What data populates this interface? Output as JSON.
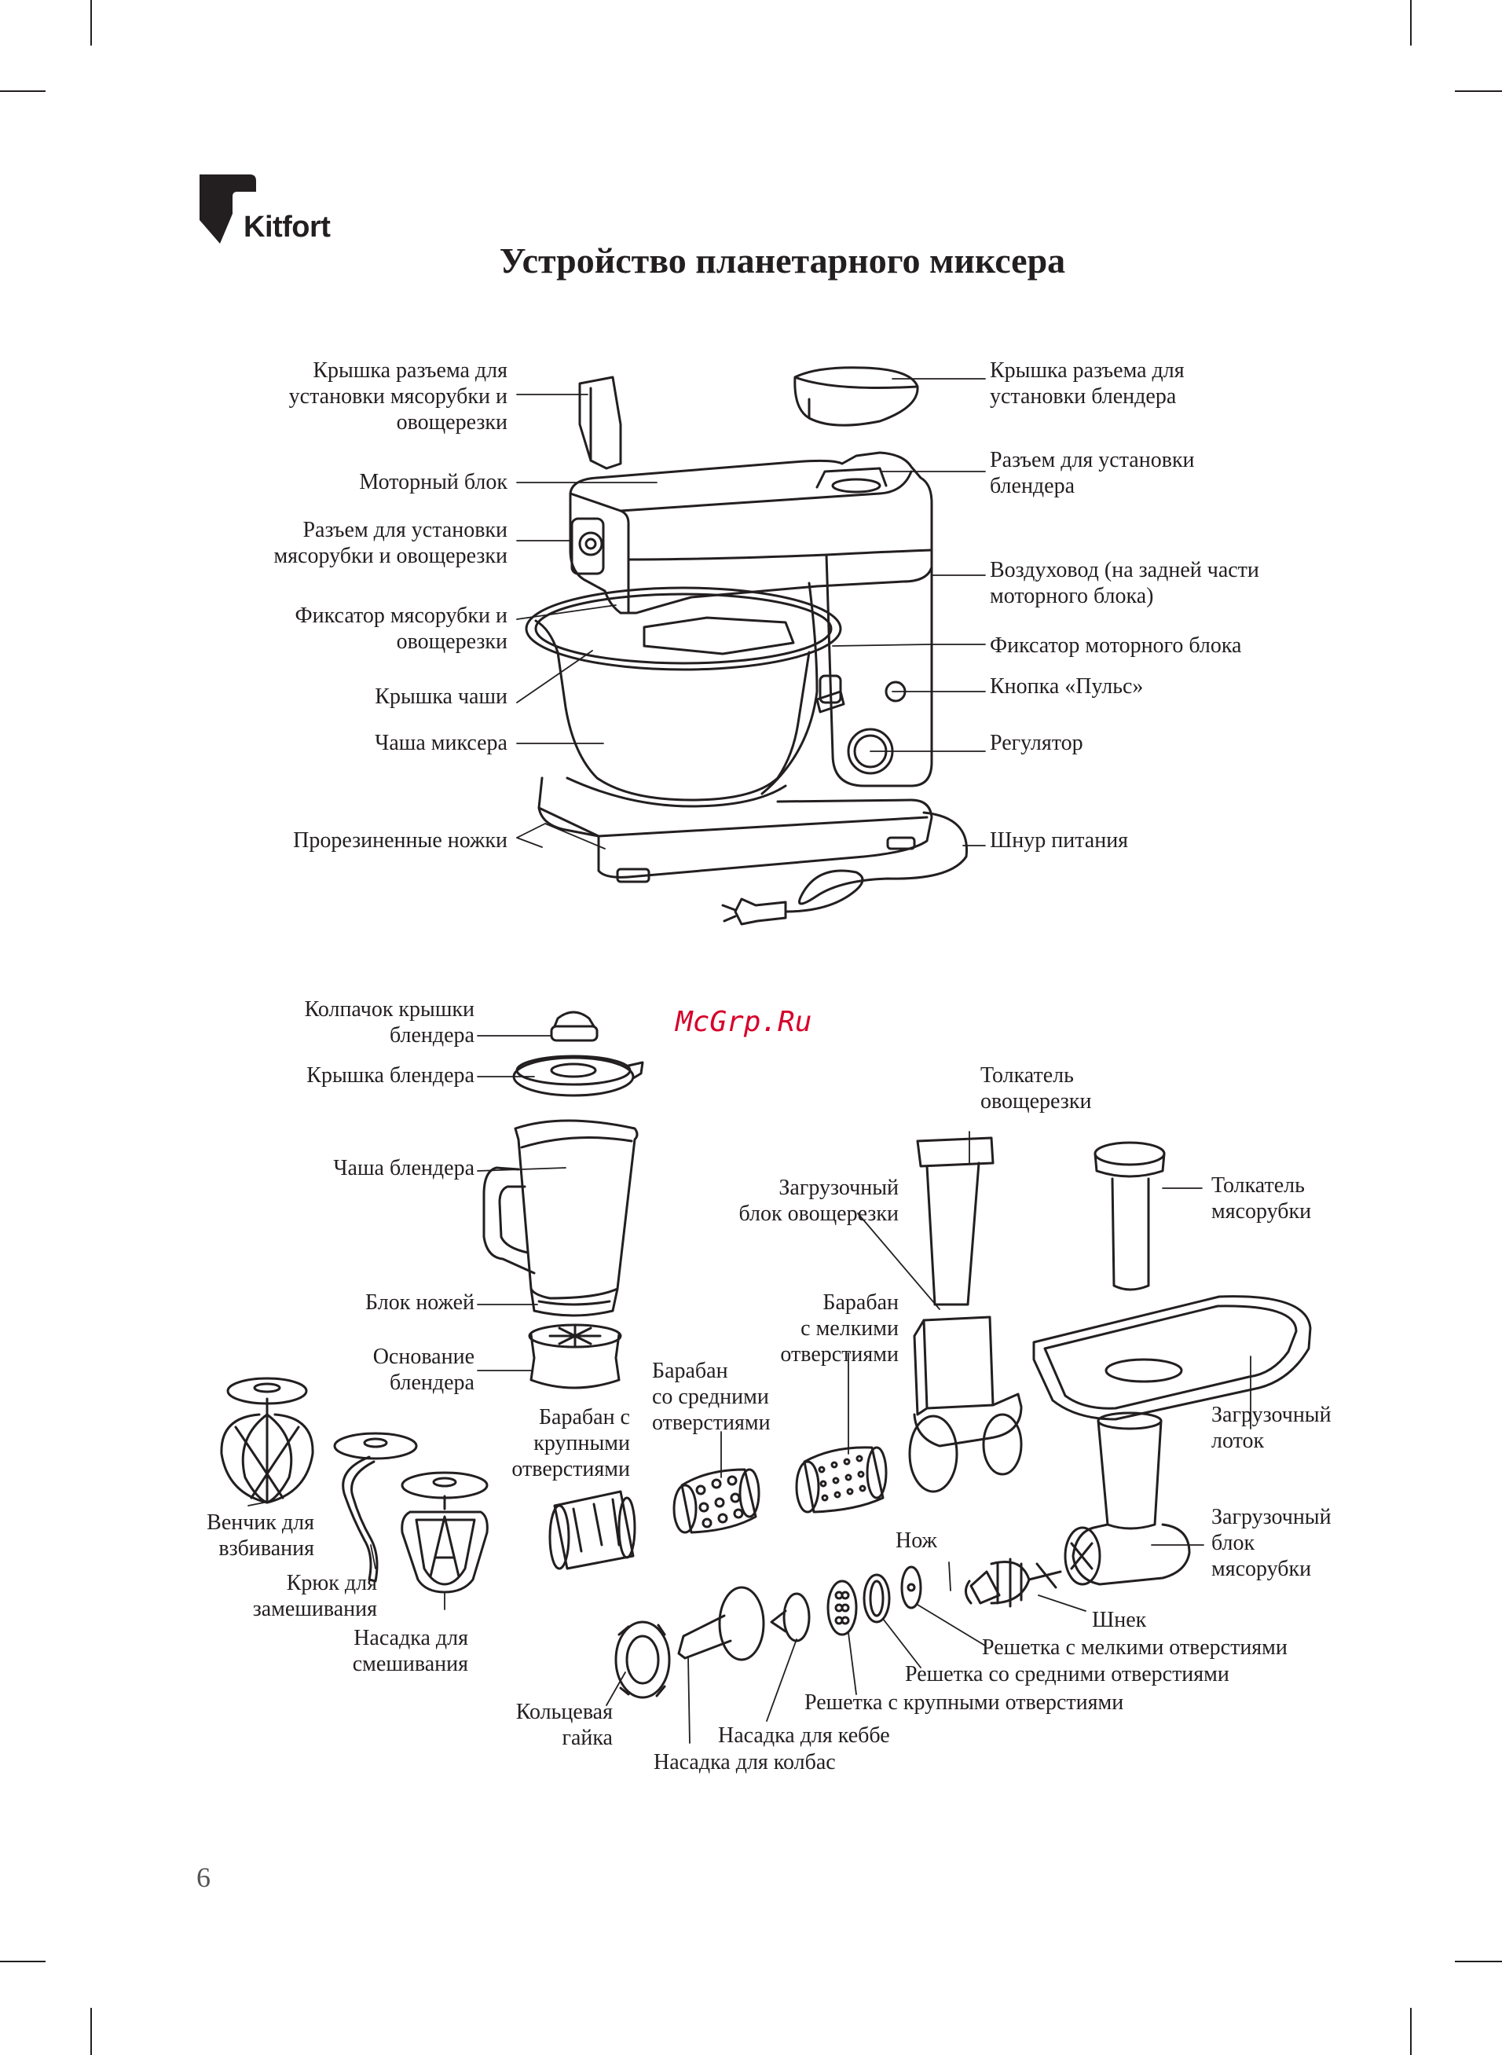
{
  "brand": {
    "name": "Kitfort"
  },
  "page": {
    "title": "Устройство планетарного миксера",
    "number": "6",
    "watermark": "McGrp.Ru"
  },
  "mixer": {
    "labels": {
      "grinder_port_cover": [
        "Крышка разъема для",
        "установки мясорубки и",
        "овощерезки"
      ],
      "motor_block": [
        "Моторный блок"
      ],
      "grinder_port": [
        "Разъем для установки",
        "мясорубки и овощерезки"
      ],
      "grinder_lock": [
        "Фиксатор мясорубки и",
        "овощерезки"
      ],
      "bowl_lid": [
        "Крышка чаши"
      ],
      "mixer_bowl": [
        "Чаша миксера"
      ],
      "rubber_feet": [
        "Прорезиненные ножки"
      ],
      "blender_port_cover": [
        "Крышка разъема для",
        "установки блендера"
      ],
      "blender_port": [
        "Разъем для установки",
        "блендера"
      ],
      "air_duct": [
        "Воздуховод (на задней части",
        "моторного блока)"
      ],
      "motor_lock": [
        "Фиксатор моторного блока"
      ],
      "pulse_button": [
        "Кнопка «Пульс»"
      ],
      "regulator": [
        "Регулятор"
      ],
      "power_cord": [
        "Шнур питания"
      ]
    }
  },
  "accessories": {
    "labels": {
      "blender_lid_cap": [
        "Колпачок крышки",
        "блендера"
      ],
      "blender_lid": [
        "Крышка блендера"
      ],
      "blender_jar": [
        "Чаша блендера"
      ],
      "blade_block": [
        "Блок ножей"
      ],
      "blender_base": [
        "Основание",
        "блендера"
      ],
      "whisk": [
        "Венчик для",
        "взбивания"
      ],
      "dough_hook": [
        "Крюк для",
        "замешивания"
      ],
      "mixing_beater": [
        "Насадка для",
        "смешивания"
      ],
      "coarse_drum": [
        "Барабан с",
        "крупными",
        "отверстиями"
      ],
      "medium_drum": [
        "Барабан",
        "со средними",
        "отверстиями"
      ],
      "fine_drum": [
        "Барабан",
        "с мелкими",
        "отверстиями"
      ],
      "slicer_feed_block": [
        "Загрузочный",
        "блок овощерезки"
      ],
      "slicer_pusher": [
        "Толкатель",
        "овощерезки"
      ],
      "grinder_pusher": [
        "Толкатель",
        "мясорубки"
      ],
      "feed_tray": [
        "Загрузочный",
        "лоток"
      ],
      "grinder_feed_block": [
        "Загрузочный",
        "блок",
        "мясорубки"
      ],
      "knife": [
        "Нож"
      ],
      "auger": [
        "Шнек"
      ],
      "fine_grid": [
        "Решетка с мелкими отверстиями"
      ],
      "medium_grid": [
        "Решетка со средними отверстиями"
      ],
      "coarse_grid": [
        "Решетка с крупными отверстиями"
      ],
      "kebbe_nozzle": [
        "Насадка для кеббе"
      ],
      "sausage_nozzle": [
        "Насадка для колбас"
      ],
      "ring_nut": [
        "Кольцевая",
        "гайка"
      ]
    }
  }
}
